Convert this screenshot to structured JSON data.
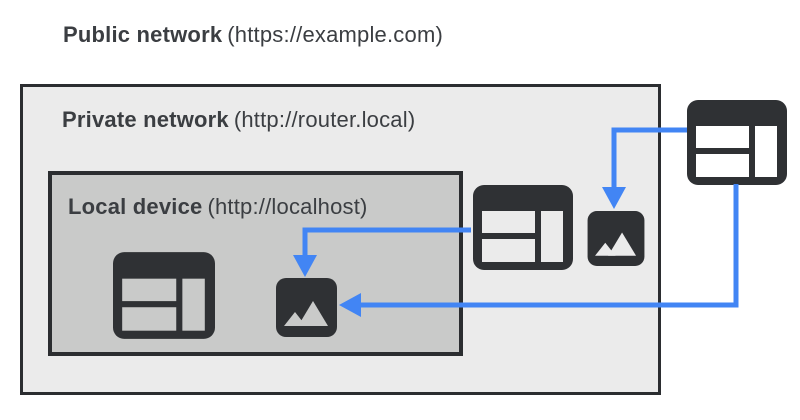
{
  "public_network": {
    "name": "Public network",
    "url": "(https://example.com)"
  },
  "private_network": {
    "name": "Private network",
    "url": "(http://router.local)"
  },
  "local_device": {
    "name": "Local device",
    "url": "(http://localhost)"
  },
  "icons": {
    "public_browser": "browser-window-icon",
    "private_browser": "browser-window-icon",
    "private_image": "image-icon",
    "local_browser": "browser-window-icon",
    "local_image": "image-icon"
  },
  "arrows": [
    {
      "from": "private-browser",
      "to": "local-image"
    },
    {
      "from": "public-browser",
      "to": "private-image"
    },
    {
      "from": "public-browser",
      "to": "local-image"
    }
  ],
  "colors": {
    "background": "#ffffff",
    "text": "#3b3e42",
    "dark": "#2f3134",
    "arrow": "#4285f4",
    "private_fill": "#ebebeb",
    "local_fill": "#c9cac9"
  }
}
